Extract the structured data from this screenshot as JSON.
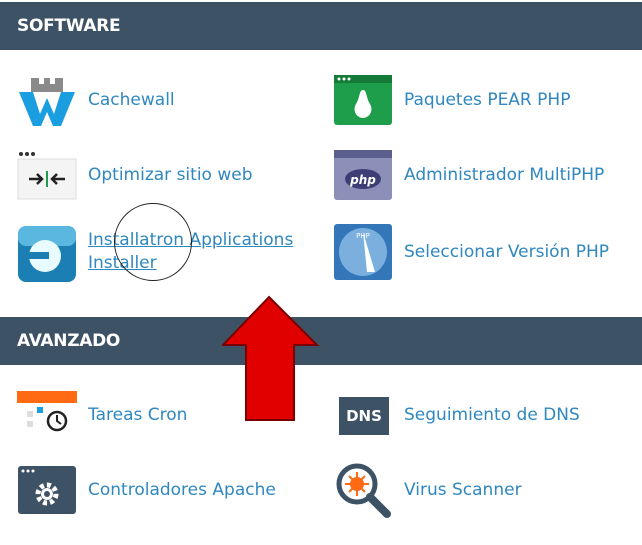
{
  "sections": [
    {
      "title": "SOFTWARE",
      "items": [
        {
          "label": "Cachewall",
          "icon": "cachewall-icon"
        },
        {
          "label": "Paquetes PEAR PHP",
          "icon": "pear-icon"
        },
        {
          "label": "Optimizar sitio web",
          "icon": "optimize-icon"
        },
        {
          "label": "Administrador MultiPHP",
          "icon": "php-icon"
        },
        {
          "label": "Installatron Applications Installer",
          "icon": "installatron-icon"
        },
        {
          "label": "Seleccionar Versión PHP",
          "icon": "php-gauge-icon"
        }
      ]
    },
    {
      "title": "AVANZADO",
      "items": [
        {
          "label": "Tareas Cron",
          "icon": "cron-icon"
        },
        {
          "label": "Seguimiento de DNS",
          "icon": "dns-icon",
          "icon_text": "DNS"
        },
        {
          "label": "Controladores Apache",
          "icon": "gear-icon"
        },
        {
          "label": "Virus Scanner",
          "icon": "virus-scanner-icon"
        }
      ]
    }
  ],
  "colors": {
    "header": "#3e5266",
    "link": "#2f87bf",
    "arrow": "#e00000"
  }
}
